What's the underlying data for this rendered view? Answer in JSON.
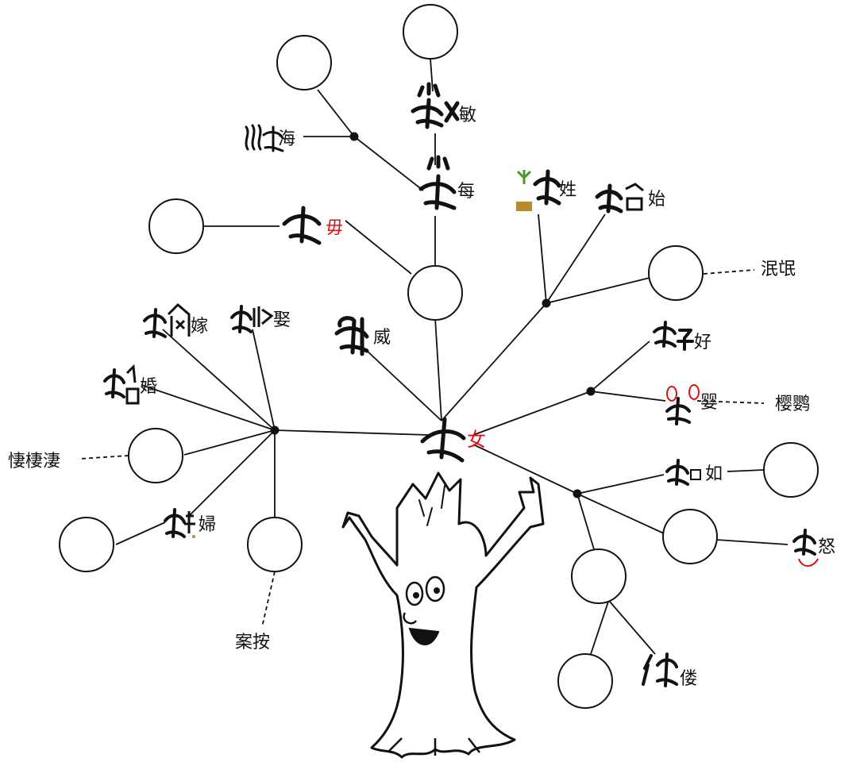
{
  "nodes": {
    "center": "女",
    "wu": "毋",
    "mei": "每",
    "min": "敏",
    "hai": "海",
    "xing": "姓",
    "shi": "始",
    "min2": "泯氓",
    "hao": "好",
    "ying": "婴",
    "yingwu": "樱鹦",
    "ru": "如",
    "nu": "怒",
    "lou": "偻",
    "wei": "威",
    "jia": "嫁",
    "qu": "娶",
    "hun": "婚",
    "qi": "悽棲淒",
    "fu": "婦",
    "an": "案按"
  },
  "colors": {
    "accent": "#d11111",
    "line": "#111111",
    "sprout": "#4a9a2a",
    "soil": "#b88a2a"
  }
}
